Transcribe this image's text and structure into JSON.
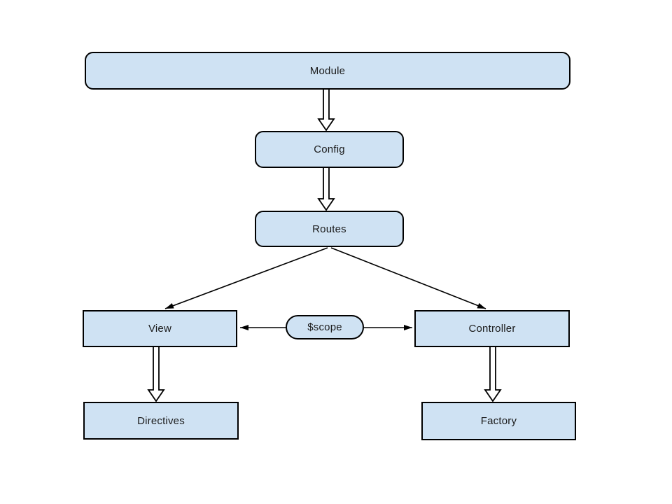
{
  "diagram": {
    "type": "flowchart",
    "background": "#ffffff",
    "colors": {
      "node_fill": "#cfe2f3",
      "node_border": "#000000",
      "connector": "#000000",
      "text": "#1a1a1a",
      "background": "#ffffff"
    },
    "nodes": {
      "module": {
        "label": "Module",
        "shape": "rounded-rect"
      },
      "config": {
        "label": "Config",
        "shape": "rounded-rect"
      },
      "routes": {
        "label": "Routes",
        "shape": "rounded-rect"
      },
      "view": {
        "label": "View",
        "shape": "rect"
      },
      "scope": {
        "label": "$scope",
        "shape": "pill"
      },
      "controller": {
        "label": "Controller",
        "shape": "rect"
      },
      "directives": {
        "label": "Directives",
        "shape": "rect"
      },
      "factory": {
        "label": "Factory",
        "shape": "rect"
      }
    },
    "edges": [
      {
        "from": "module",
        "to": "config",
        "style": "hollow-block-arrow"
      },
      {
        "from": "config",
        "to": "routes",
        "style": "hollow-block-arrow"
      },
      {
        "from": "routes",
        "to": "view",
        "style": "thin-solid-arrow"
      },
      {
        "from": "routes",
        "to": "controller",
        "style": "thin-solid-arrow"
      },
      {
        "from": "scope",
        "to": "view",
        "style": "thin-solid-arrow"
      },
      {
        "from": "scope",
        "to": "controller",
        "style": "thin-solid-arrow"
      },
      {
        "from": "view",
        "to": "directives",
        "style": "hollow-block-arrow"
      },
      {
        "from": "controller",
        "to": "factory",
        "style": "hollow-block-arrow"
      }
    ]
  }
}
